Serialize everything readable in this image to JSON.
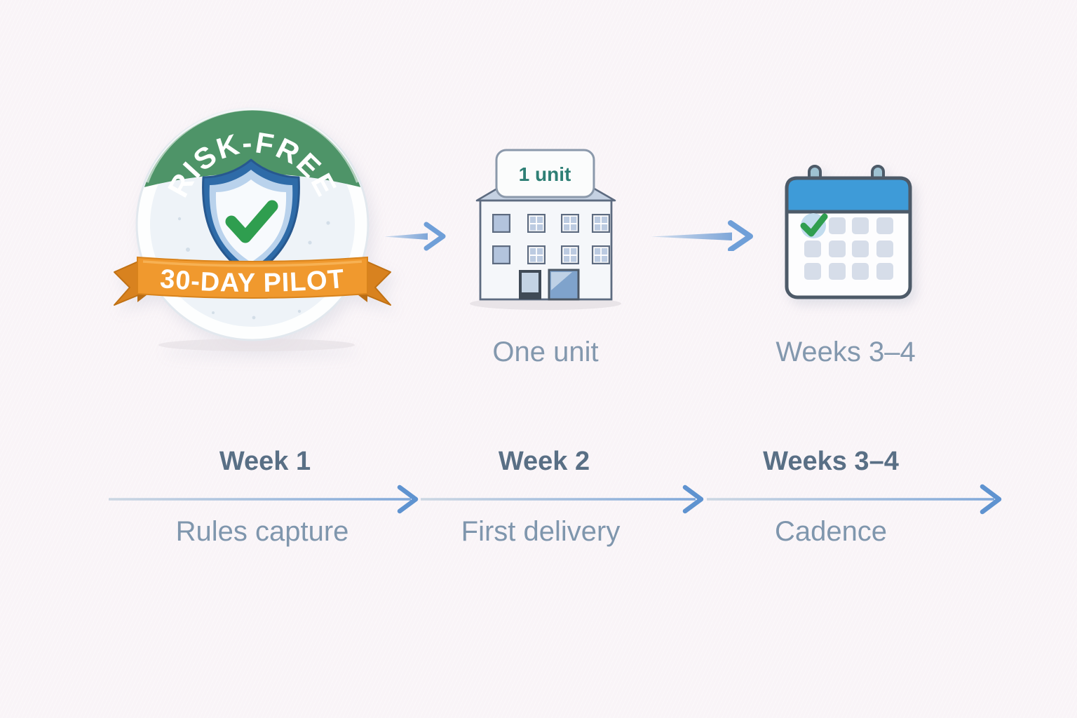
{
  "badge": {
    "arc_label": "RISK-FREE",
    "ribbon_label": "30-DAY PILOT"
  },
  "building": {
    "sign_label": "1 unit",
    "caption": "One unit"
  },
  "calendar": {
    "caption": "Weeks 3–4"
  },
  "timeline": {
    "milestones": [
      {
        "title": "Week 1",
        "subtitle": "Rules capture"
      },
      {
        "title": "Week 2",
        "subtitle": "First delivery"
      },
      {
        "title": "Weeks 3–4",
        "subtitle": "Cadence"
      }
    ]
  },
  "palette": {
    "background": "#faf5f8",
    "badge_green": "#4e9468",
    "ribbon_orange": "#f0992e",
    "ribbon_orange_dark": "#d8821f",
    "shield_blue": "#2e6ba8",
    "check_green": "#2f9e4f",
    "calendar_blue": "#3e9bd8",
    "sign_teal": "#2e7f75",
    "arrow_blue": "#6f9fd8",
    "title_text": "#596f85",
    "subtitle_text": "#7f96ad",
    "caption_text": "#8398ae",
    "outline_slate": "#5d6b80",
    "cal_outline": "#4d5a68"
  }
}
